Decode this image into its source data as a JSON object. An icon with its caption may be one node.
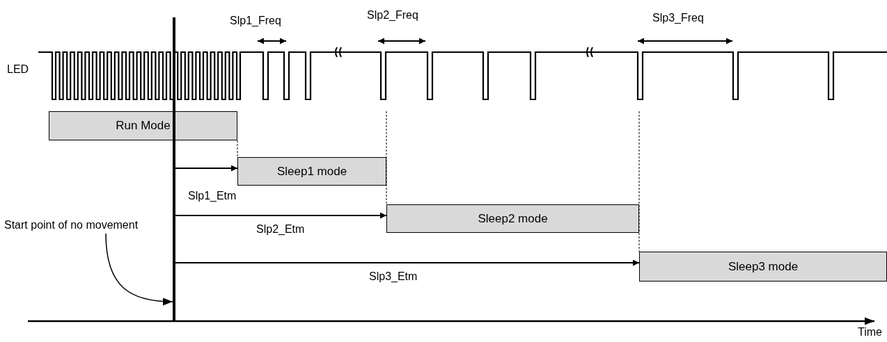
{
  "diagram": {
    "nodes": [
      {
        "text": [
          "Run Mode"
        ]
      },
      {
        "text": [
          "Sleep1 mode"
        ]
      },
      {
        "text": [
          "Sleep2 mode"
        ]
      },
      {
        "text": [
          "Sleep3 mode"
        ]
      },
      {
        "text": [],
        "shape": "bar"
      },
      {
        "text": [
          "Start point of no movement"
        ]
      }
    ],
    "edges": [
      {
        "from": 4,
        "to": 1,
        "arrow": "to",
        "label": "Slp1_Etm"
      },
      {
        "from": 4,
        "to": 2,
        "arrow": "to",
        "label": "Slp2_Etm"
      },
      {
        "from": 4,
        "to": 3,
        "arrow": "to",
        "label": "Slp3_Etm"
      },
      {
        "from": 5,
        "to": 4,
        "arrow": "to"
      }
    ],
    "labels": [
      "Slp1_Freq",
      "Slp2_Freq",
      "Slp3_Freq",
      "LED",
      "Time"
    ]
  }
}
